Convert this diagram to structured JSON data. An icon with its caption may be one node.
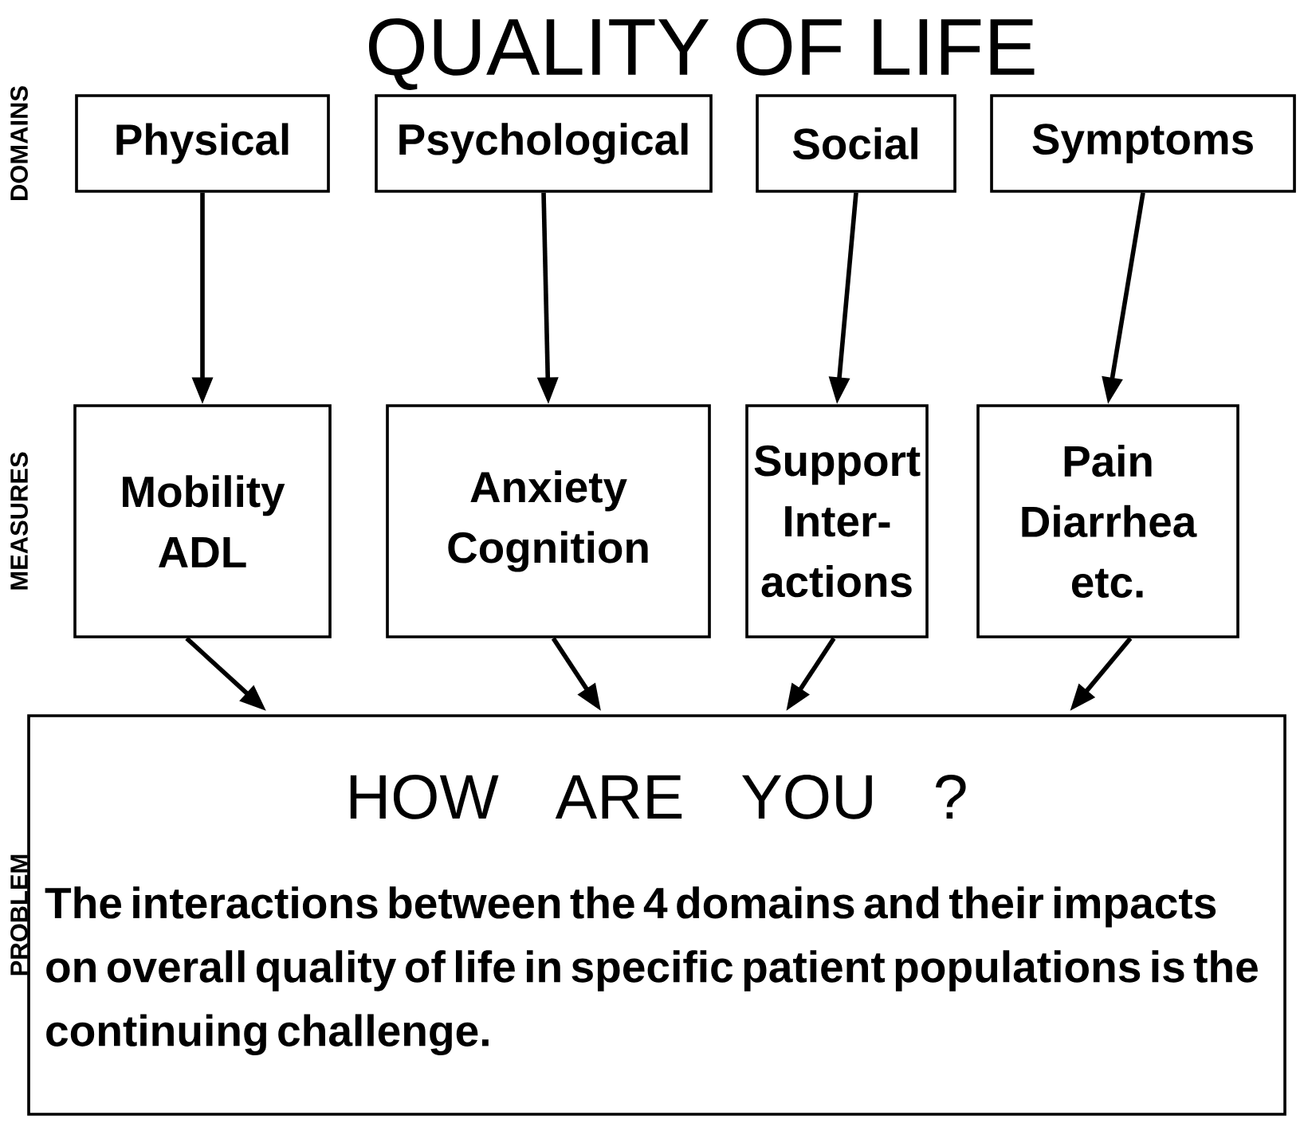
{
  "diagram": {
    "title": "QUALITY OF LIFE",
    "nodes": [
      {
        "text": [
          "Physical"
        ]
      },
      {
        "text": [
          "Psychological"
        ]
      },
      {
        "text": [
          "Social"
        ]
      },
      {
        "text": [
          "Symptoms"
        ]
      },
      {
        "text": [
          "Mobility ADL"
        ]
      },
      {
        "text": [
          "Anxiety Cognition"
        ]
      },
      {
        "text": [
          "Support Inter- actions"
        ]
      },
      {
        "text": [
          "Pain Diarrhea etc."
        ]
      },
      {
        "text": [
          "HOW ARE YOU ?",
          "The interactions between the 4 domains and their impacts on overall quality of life in specific patient populations is the continuing challenge."
        ]
      }
    ],
    "edges": [
      {
        "from": 0,
        "to": 4,
        "arrow": "to"
      },
      {
        "from": 1,
        "to": 5,
        "arrow": "to"
      },
      {
        "from": 2,
        "to": 6,
        "arrow": "to"
      },
      {
        "from": 3,
        "to": 7,
        "arrow": "to"
      },
      {
        "from": 4,
        "to": 8,
        "arrow": "to"
      },
      {
        "from": 5,
        "to": 8,
        "arrow": "to"
      },
      {
        "from": 6,
        "to": 8,
        "arrow": "to"
      },
      {
        "from": 7,
        "to": 8,
        "arrow": "to"
      }
    ],
    "labels": [
      "DOMAINS",
      "MEASURES",
      "PROBLEM"
    ]
  }
}
